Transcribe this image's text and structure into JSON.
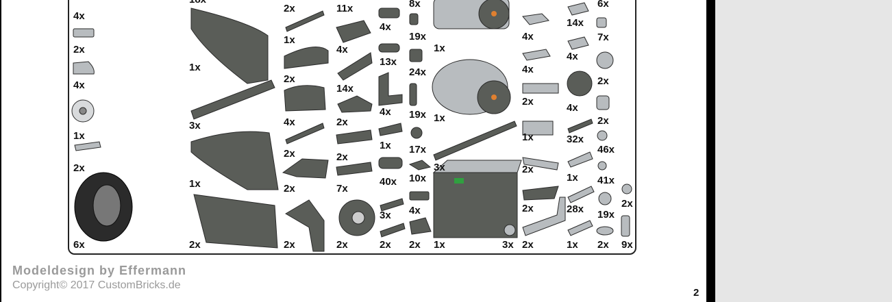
{
  "credits": {
    "title": "Modeldesign by Effermann",
    "copyright": "Copyright© 2017  CustomBricks.de"
  },
  "page_number": "2",
  "quantities": [
    "4x",
    "2x",
    "4x",
    "1x",
    "2x",
    "6x",
    "18x",
    "1x",
    "3x",
    "1x",
    "2x",
    "2x",
    "1x",
    "2x",
    "4x",
    "2x",
    "2x",
    "2x",
    "11x",
    "4x",
    "14x",
    "2x",
    "2x",
    "7x",
    "2x",
    "4x",
    "13x",
    "4x",
    "1x",
    "40x",
    "3x",
    "2x",
    "8x",
    "19x",
    "24x",
    "19x",
    "17x",
    "10x",
    "4x",
    "2x",
    "1x",
    "1x",
    "3x",
    "1x",
    "3x",
    "2x",
    "4x",
    "4x",
    "2x",
    "1x",
    "2x",
    "2x",
    "2x",
    "6x",
    "14x",
    "4x",
    "7x",
    "2x",
    "4x",
    "2x",
    "32x",
    "46x",
    "1x",
    "41x",
    "28x",
    "19x",
    "2x",
    "1x",
    "2x",
    "9x"
  ],
  "colors": {
    "part_dark": "#5a5d58",
    "part_light": "#b8bcbf",
    "part_edge": "#2a2a2a",
    "credit_text": "#9a9a9a",
    "side_panel": "#e6e6e6"
  }
}
